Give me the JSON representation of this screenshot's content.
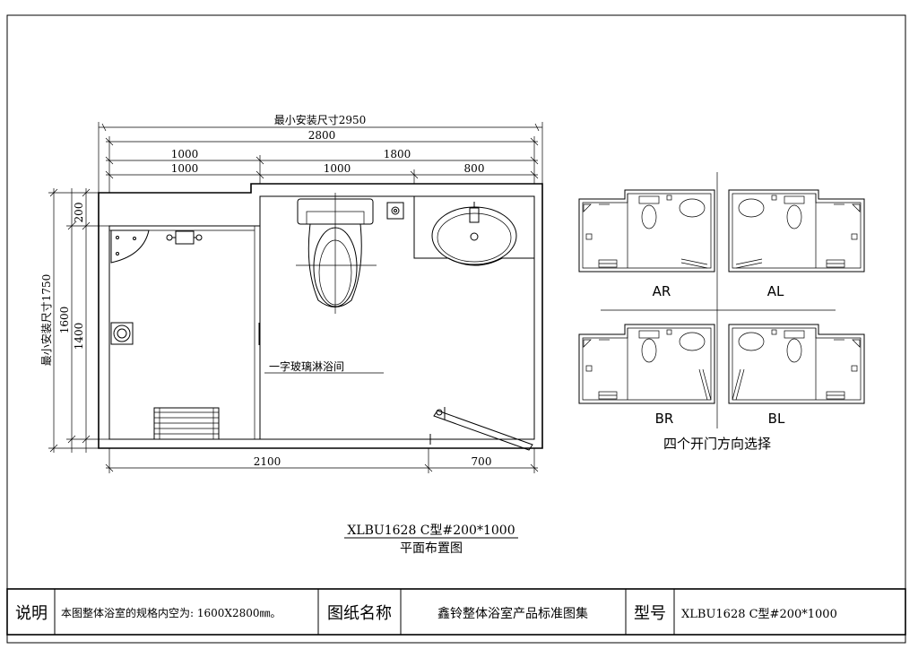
{
  "drawing": {
    "dimensions": {
      "min_install_length": "最小安装尺寸2950",
      "overall": "2800",
      "part_a_outer": "1000",
      "part_b_outer": "1800",
      "part_a_inner": "1000",
      "part_b_inner": "1000",
      "part_c_inner": "800",
      "bottom_left": "2100",
      "bottom_right": "700",
      "left_top": "200",
      "min_install_width": "最小安装尺寸1750",
      "height_1600": "1600",
      "height_1400": "1400"
    },
    "labels": {
      "glass_shower": "一字玻璃淋浴间"
    },
    "caption": {
      "model": "XLBU1628 C型#200*1000",
      "subtitle": "平面布置图"
    }
  },
  "door_options": {
    "AR": "AR",
    "AL": "AL",
    "BR": "BR",
    "BL": "BL",
    "caption": "四个开门方向选择"
  },
  "title_block": {
    "note_label": "说明",
    "note_text": "本图整体浴室的规格内空为: 1600X2800㎜。",
    "drawing_name_label": "图纸名称",
    "drawing_name": "鑫铃整体浴室产品标准图集",
    "model_label": "型号",
    "model_value": "XLBU1628 C型#200*1000"
  }
}
